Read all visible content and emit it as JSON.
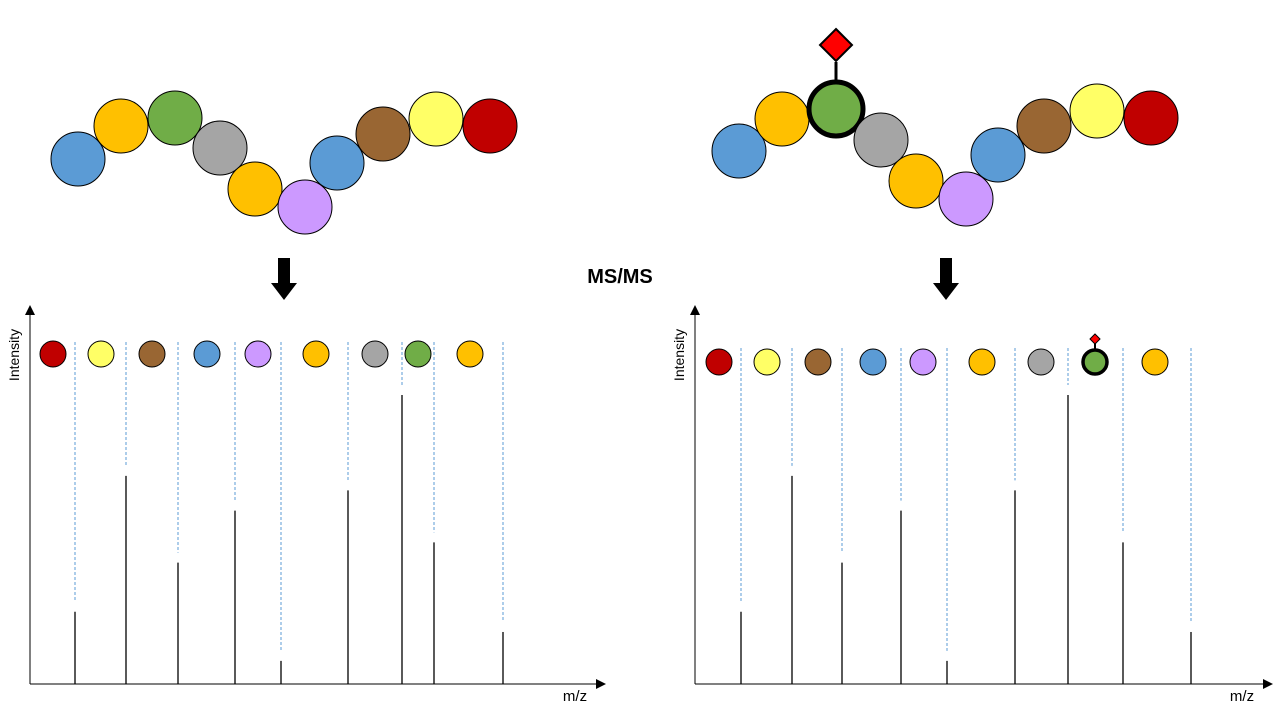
{
  "title": "MS/MS",
  "colors": {
    "blue": "#5B9BD5",
    "orange": "#FFC000",
    "green": "#70AD47",
    "gray": "#A5A5A5",
    "purple": "#CC99FF",
    "brown": "#996633",
    "yellow": "#FFFF66",
    "red": "#C00000",
    "mod": "#FF0000",
    "guide": "#5B9BD5"
  },
  "peptide": {
    "residues": [
      "blue",
      "orange",
      "green",
      "gray",
      "orange",
      "purple",
      "blue",
      "brown",
      "yellow",
      "red"
    ],
    "modified_index": 2
  },
  "spectrum": {
    "xlabel": "m/z",
    "ylabel": "Intensity",
    "fragments": [
      {
        "color": "red",
        "peak": 0.25,
        "modified": false
      },
      {
        "color": "yellow",
        "peak": 0.72,
        "modified": false
      },
      {
        "color": "brown",
        "peak": 0.42,
        "modified": false
      },
      {
        "color": "blue",
        "peak": 0.6,
        "modified": false
      },
      {
        "color": "purple",
        "peak": 0.08,
        "modified": false
      },
      {
        "color": "orange",
        "peak": 0.67,
        "modified": false
      },
      {
        "color": "gray",
        "peak": 1.0,
        "modified": false
      },
      {
        "color": "green",
        "peak": 0.49,
        "modified": true
      },
      {
        "color": "orange",
        "peak": 0.18,
        "modified": false
      }
    ]
  }
}
